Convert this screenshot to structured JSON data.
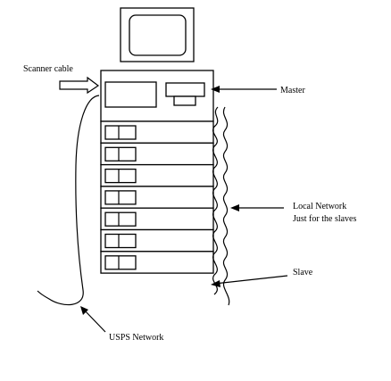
{
  "labels": {
    "scanner_cable": "Scanner cable",
    "master": "Master",
    "local_network_line1": "Local Network",
    "local_network_line2": "Just for the slaves",
    "slave": "Slave",
    "usps_network": "USPS Network"
  },
  "slave_count": 7
}
